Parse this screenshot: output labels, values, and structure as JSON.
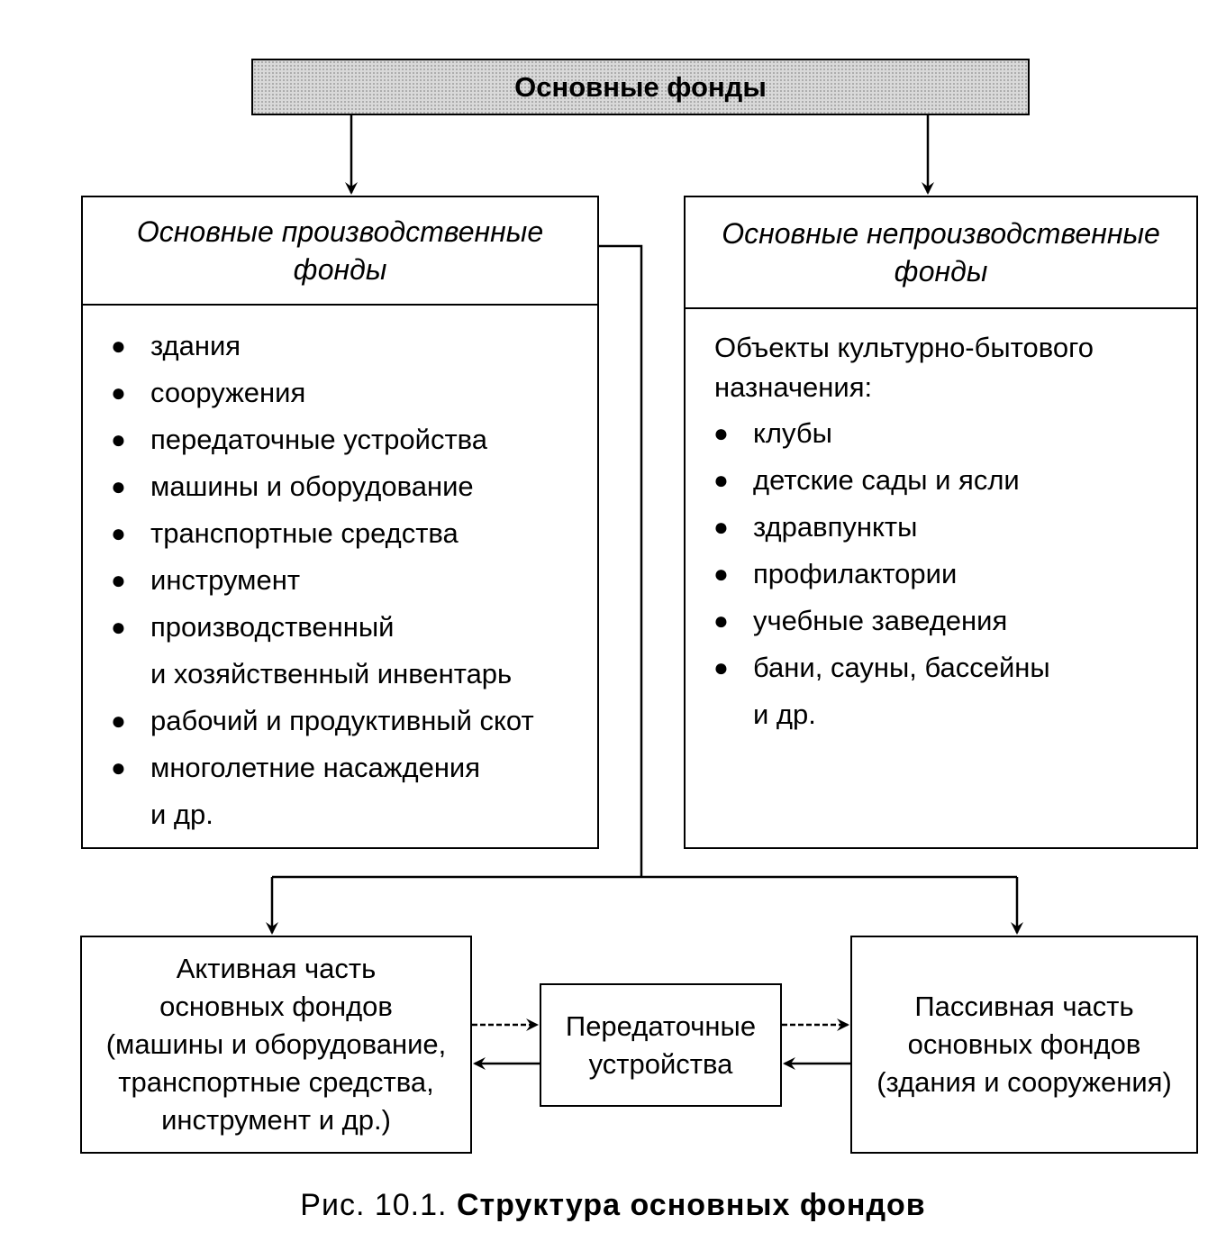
{
  "top": {
    "title": "Основные фонды"
  },
  "production": {
    "title": "Основные производственные фонды",
    "items": [
      "здания",
      "сооружения",
      "передаточные устройства",
      "машины и оборудование",
      "транспортные средства",
      "инструмент",
      "производственный",
      "рабочий и продуктивный скот",
      "многолетние насаждения"
    ],
    "item_continuation": "и хозяйственный инвентарь",
    "tail": "и др."
  },
  "nonproduction": {
    "title": "Основные непроизводственные фонды",
    "intro_line1": "Объекты культурно-бытового",
    "intro_line2": "назначения:",
    "items": [
      "клубы",
      "детские сады и ясли",
      "здравпункты",
      "профилактории",
      "учебные заведения",
      "бани, сауны, бассейны"
    ],
    "tail": "и др."
  },
  "active": {
    "lines": [
      "Активная часть",
      "основных фондов",
      "(машины и оборудование,",
      "транспортные средства,",
      "инструмент и др.)"
    ]
  },
  "transmission": {
    "lines": [
      "Передаточные",
      "устройства"
    ]
  },
  "passive": {
    "lines": [
      "Пассивная часть",
      "основных фондов",
      "(здания и сооружения)"
    ]
  },
  "caption": {
    "prefix": "Рис. 10.1.",
    "title": "Структура основных фондов"
  },
  "bullet_symbol": "●"
}
